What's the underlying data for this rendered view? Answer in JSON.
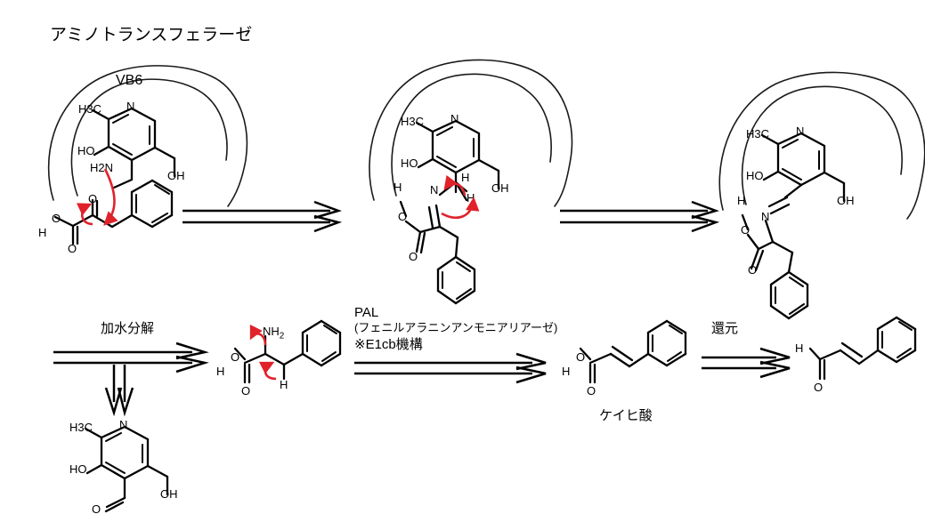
{
  "document": {
    "title": "アミノトランスフェラーゼ",
    "background_color": "#ffffff",
    "structure_color": "#000000",
    "arrow_color": "#e0222b"
  },
  "top_row": {
    "cofactor_label": "VB6",
    "enzyme_pocket_name": "enzyme-active-site-outline",
    "structure1": {
      "name": "pyridoxamine-and-phenylpyruvic-acid",
      "atom_labels": [
        "H3C",
        "N",
        "HO",
        "OH",
        "H2N",
        "O",
        "O",
        "H",
        "O"
      ],
      "methyl": "H3C",
      "ring_n": "N",
      "hydroxy": "HO",
      "hydroxymethyl": "OH",
      "amine": "H2N",
      "carboxyl_h": "H",
      "carboxyl_o": "O",
      "carbonyl_o": "O",
      "ketone_o": "O"
    },
    "structure2": {
      "name": "ketimine-intermediate",
      "methyl": "H3C",
      "ring_n": "N",
      "hydroxy": "HO",
      "hydroxymethyl": "OH",
      "imine_n": "N",
      "h_upper": "H",
      "h_lower": "H",
      "carboxyl_h": "H",
      "carboxyl_o": "O",
      "carbonyl_o": "O"
    },
    "structure3": {
      "name": "aldimine-schiff-base",
      "methyl": "H3C",
      "ring_n": "N",
      "hydroxy": "HO",
      "hydroxymethyl": "OH",
      "imine_n": "N",
      "carboxyl_h": "H",
      "carboxyl_o": "O",
      "carbonyl_o": "O"
    },
    "arrow1_label": "",
    "arrow2_label": ""
  },
  "bottom_row": {
    "hydrolysis_label": "加水分解",
    "pal_line1": "PAL",
    "pal_line2": "(フェニルアラニンアンモニアリアーゼ)",
    "pal_line3": "※E1cb機構",
    "reduction_label": "還元",
    "cinnamic_acid_label": "ケイヒ酸",
    "pyridoxal": {
      "name": "pyridoxal-product",
      "methyl": "H3C",
      "ring_n": "N",
      "hydroxy": "HO",
      "hydroxymethyl": "OH",
      "aldehyde_o": "O"
    },
    "phenylalanine": {
      "name": "phenylalanine",
      "amine": "NH",
      "amine_sub": "2",
      "beta_h": "H",
      "carboxyl_h": "H",
      "carboxyl_o": "O",
      "carbonyl_o": "O"
    },
    "cinnamic_acid": {
      "name": "cinnamic-acid",
      "carboxyl_h": "H",
      "carboxyl_o": "O",
      "carbonyl_o": "O"
    },
    "cinnamaldehyde": {
      "name": "cinnamaldehyde",
      "aldehyde_h": "H",
      "aldehyde_o": "O"
    }
  }
}
